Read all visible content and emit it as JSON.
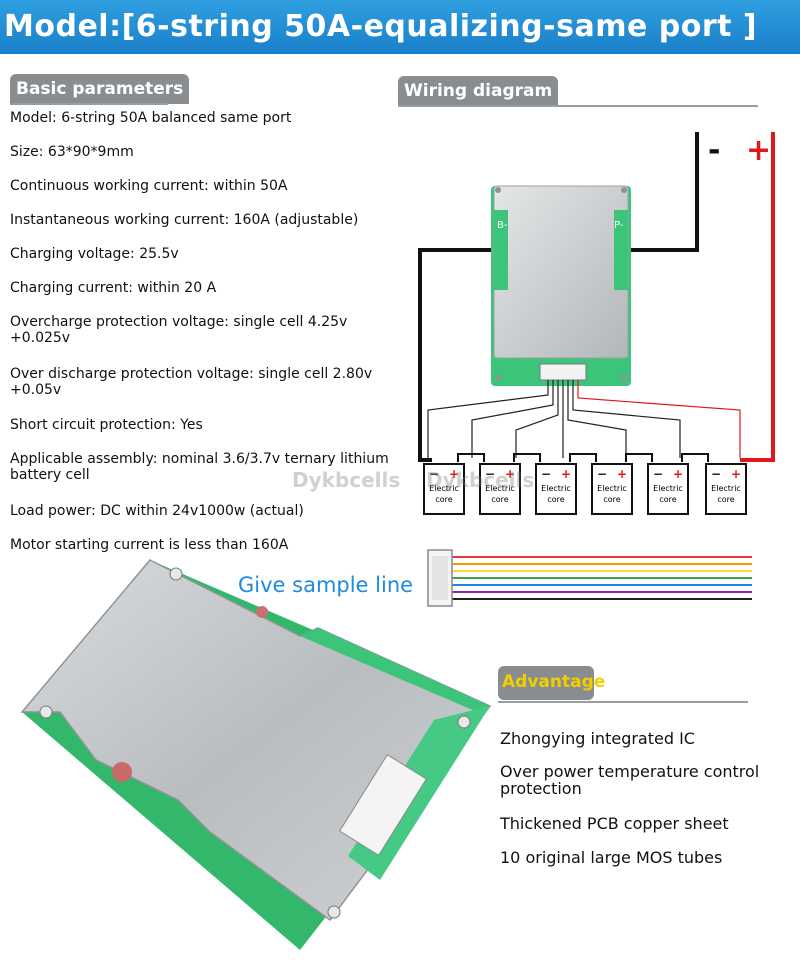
{
  "banner": {
    "title": "Model:[6-string 50A-equalizing-same port ]"
  },
  "basic": {
    "heading": "Basic parameters",
    "items": [
      "Model: 6-string 50A balanced same port",
      "Size: 63*90*9mm",
      "Continuous working current: within 50A",
      "Instantaneous working current: 160A (adjustable)",
      "Charging voltage: 25.5v",
      "Charging current: within 20 A",
      "Overcharge protection voltage: single cell 4.25v",
      "+0.025v",
      "Over discharge protection voltage: single cell 2.80v",
      "+0.05v",
      "Short circuit protection: Yes",
      "Applicable assembly: nominal 3.6/3.7v ternary lithium",
      "battery cell",
      "Load power: DC within 24v1000w (actual)",
      "Motor starting current is less than 160A"
    ]
  },
  "wiring": {
    "heading": "Wiring diagram",
    "minus": "-",
    "plus": "+",
    "board_b": "B-",
    "board_p": "P-",
    "cell_line1": "Electric",
    "cell_line2": "core"
  },
  "watermark": {
    "text1": "Dykbcells",
    "text2": "Dykbcells"
  },
  "sample": {
    "label": "Give sample line"
  },
  "advantage": {
    "heading": "Advantage",
    "items": [
      "Zhongying integrated IC",
      "Over power temperature control",
      "protection",
      "Thickened PCB copper sheet",
      "10 original large MOS tubes"
    ]
  },
  "colors": {
    "banner": "#1a7fc9",
    "tab": "#8a8d90",
    "advantage_text": "#f2d000",
    "positive_wire": "#e01818",
    "negative_wire": "#111111",
    "pcb_green": "#3cc47a",
    "aluminum": "#c9ccce",
    "sample_text": "#1e8ae0"
  }
}
